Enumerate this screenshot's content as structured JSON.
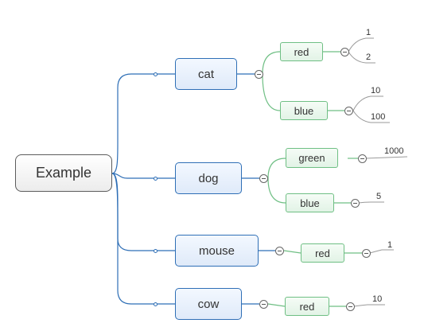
{
  "root": {
    "label": "Example"
  },
  "branches": [
    {
      "label": "cat",
      "children": [
        {
          "label": "red",
          "leaves": [
            "1",
            "2"
          ]
        },
        {
          "label": "blue",
          "leaves": [
            "10",
            "100"
          ]
        }
      ]
    },
    {
      "label": "dog",
      "children": [
        {
          "label": "green",
          "leaves": [
            "1000"
          ]
        },
        {
          "label": "blue",
          "leaves": [
            "5"
          ]
        }
      ]
    },
    {
      "label": "mouse",
      "children": [
        {
          "label": "red",
          "leaves": [
            "1"
          ]
        }
      ]
    },
    {
      "label": "cow",
      "children": [
        {
          "label": "red",
          "leaves": [
            "10"
          ]
        }
      ]
    }
  ],
  "colors": {
    "branch_line": "#2f6fb6",
    "sub_line": "#6fbf84",
    "leaf_line": "#9a9a9a"
  }
}
